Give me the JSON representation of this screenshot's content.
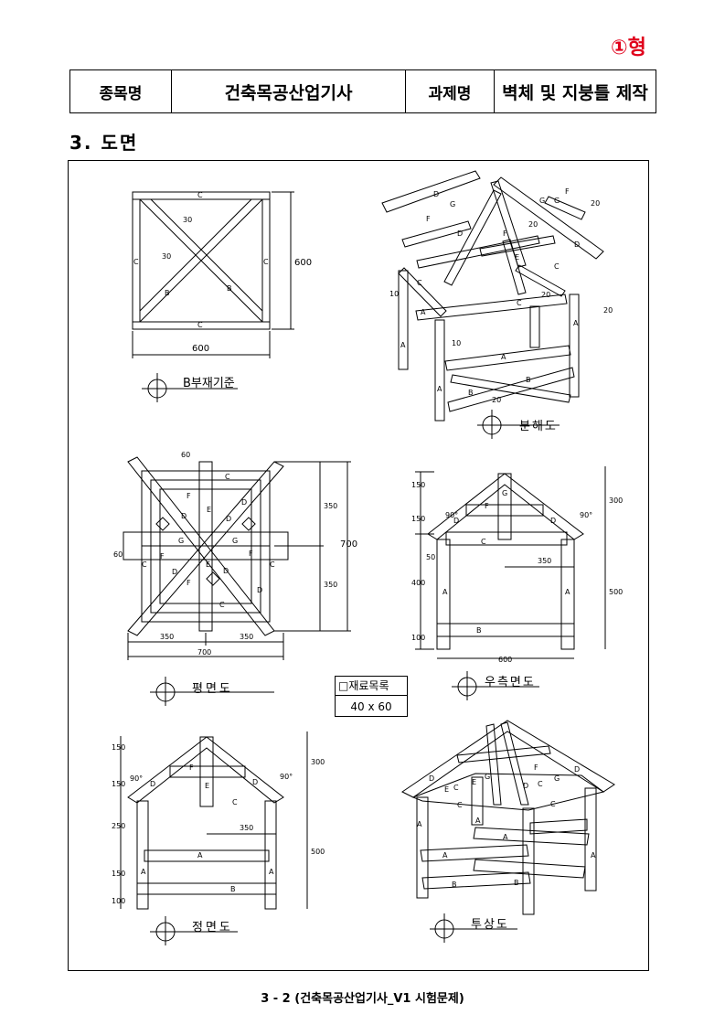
{
  "badge": "①형",
  "header": {
    "k1": "종목명",
    "v1": "건축목공산업기사",
    "k2": "과제명",
    "v2": "벽체 및 지붕틀 제작"
  },
  "section": "3. 도면",
  "views": {
    "plan_b": "B부재기준",
    "explode": "분해도",
    "plan": "평면도",
    "right": "우측면도",
    "front": "정면도",
    "iso": "투상도"
  },
  "materials": {
    "title": "재료목록",
    "size": "40 x 60"
  },
  "footer": "3 - 2 (건축목공산업기사_V1 시험문제)",
  "labels": {
    "A": "A",
    "B": "B",
    "C": "C",
    "D": "D",
    "E": "E",
    "F": "F",
    "G": "G"
  },
  "dims": {
    "d600": "600",
    "d30": "30",
    "d700": "700",
    "d350": "350",
    "d60": "60",
    "d150": "150",
    "d300": "300",
    "d400": "400",
    "d500": "500",
    "d50": "50",
    "d100": "100",
    "d250": "250",
    "d90": "90°",
    "d10": "10",
    "d20": "20"
  }
}
